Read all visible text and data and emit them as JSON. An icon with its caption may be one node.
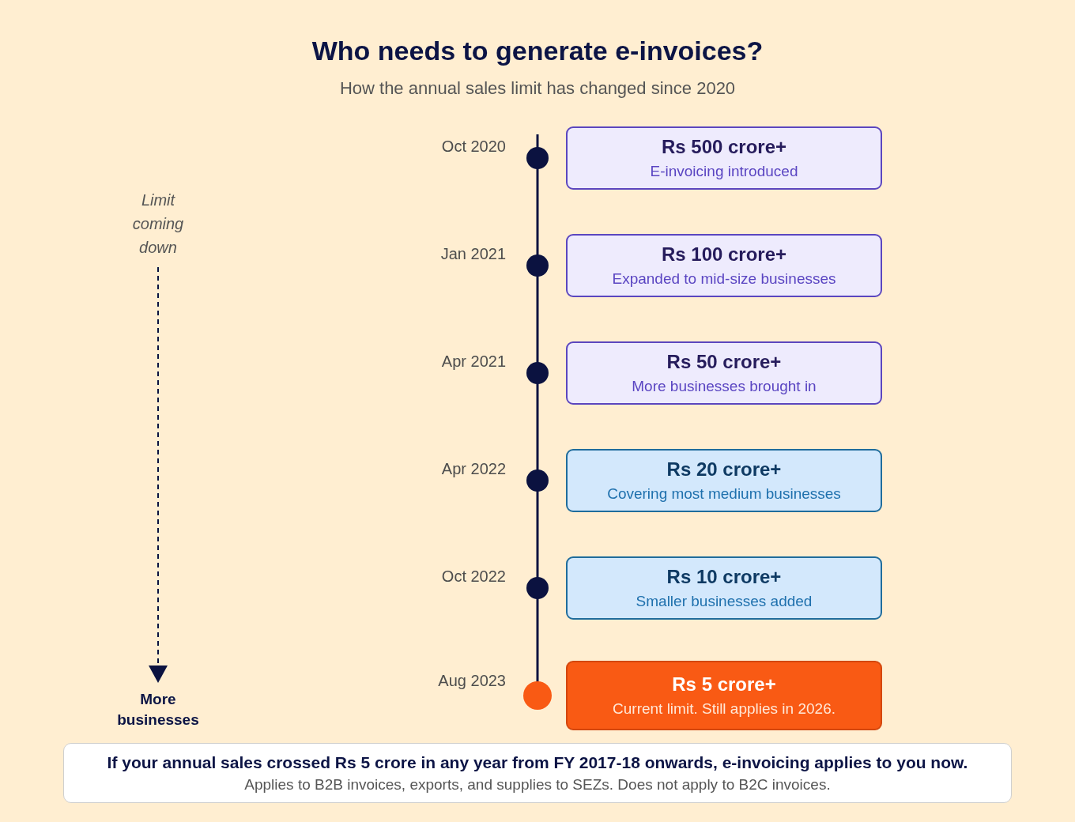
{
  "diagram": {
    "title": "Who needs to generate e-invoices?",
    "nodes": [
      {
        "text": [
          "Limit coming down"
        ]
      },
      {
        "text": [
          "More businesses"
        ]
      },
      {
        "text": [
          "Rs 500 crore+",
          "E-invoicing introduced"
        ],
        "beside": [
          "Oct 2020"
        ]
      },
      {
        "text": [
          "Rs 100 crore+",
          "Expanded to mid-size businesses"
        ],
        "beside": [
          "Jan 2021"
        ]
      },
      {
        "text": [
          "Rs 50 crore+",
          "More businesses brought in"
        ],
        "beside": [
          "Apr 2021"
        ]
      },
      {
        "text": [
          "Rs 20 crore+",
          "Covering most medium businesses"
        ],
        "beside": [
          "Apr 2022"
        ]
      },
      {
        "text": [
          "Rs 10 crore+",
          "Smaller businesses added"
        ],
        "beside": [
          "Oct 2022"
        ]
      },
      {
        "text": [
          "Rs 5 crore+",
          "Current limit. Still applies in 2026."
        ],
        "beside": [
          "Aug 2023"
        ]
      },
      {
        "text": [
          "If your annual sales crossed Rs 5 crore in any year from FY 2017-18 onwards, e-invoicing applies to you now.",
          "Applies to B2B invoices, exports, and supplies to SEZs. Does not apply to B2C invoices."
        ]
      }
    ],
    "edges": [
      {
        "from": 0,
        "to": 1,
        "arrow": "to",
        "style": "dashed"
      }
    ],
    "labels": [
      "How the annual sales limit has changed since 2020"
    ]
  }
}
